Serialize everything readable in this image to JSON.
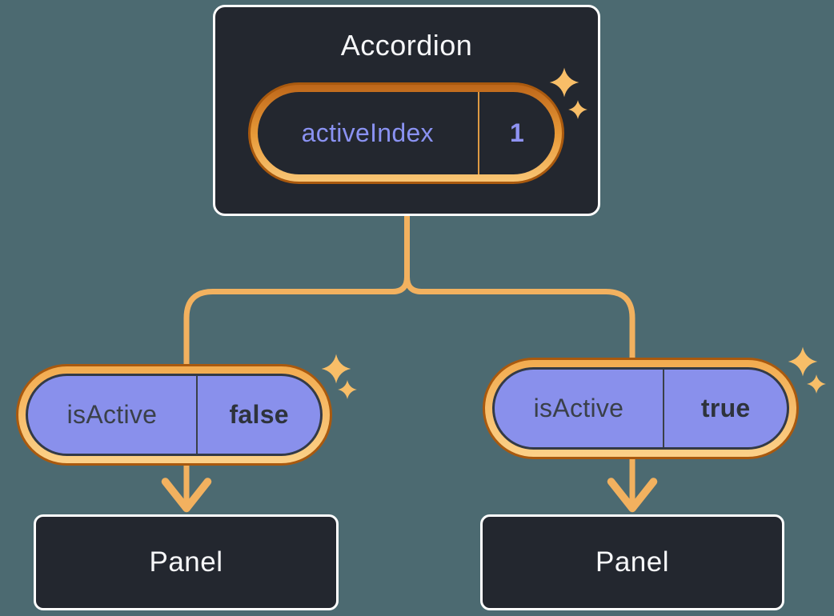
{
  "canvas": {
    "background_color": "#4C6A71",
    "description": "React component tree diagram: Accordion holds activeIndex state, passes isActive down to two Panels"
  },
  "accordion": {
    "title": "Accordion",
    "state": {
      "name": "activeIndex",
      "value": "1"
    }
  },
  "children": [
    {
      "state": {
        "name": "isActive",
        "value": "false"
      },
      "panel_label": "Panel"
    },
    {
      "state": {
        "name": "isActive",
        "value": "true"
      },
      "panel_label": "Panel"
    }
  ],
  "icons": {
    "sparkle": "four-point-star"
  },
  "colors": {
    "background": "#4C6A71",
    "node_fill": "#23272F",
    "node_border": "#FFFFFF",
    "node_text": "#F6F7F9",
    "state_pill_purple": "#8990EC",
    "state_name_dark": "#3A4049",
    "state_value_dark": "#2E333C",
    "state_text_purple": "#8A92F2",
    "ring_gold_light": "#FCD189",
    "ring_gold": "#F2AB4F",
    "ring_copper": "#BE671A",
    "ring_outline": "#A9590E",
    "connector": "#F2B15F",
    "sparkle": "#F8BE68"
  }
}
